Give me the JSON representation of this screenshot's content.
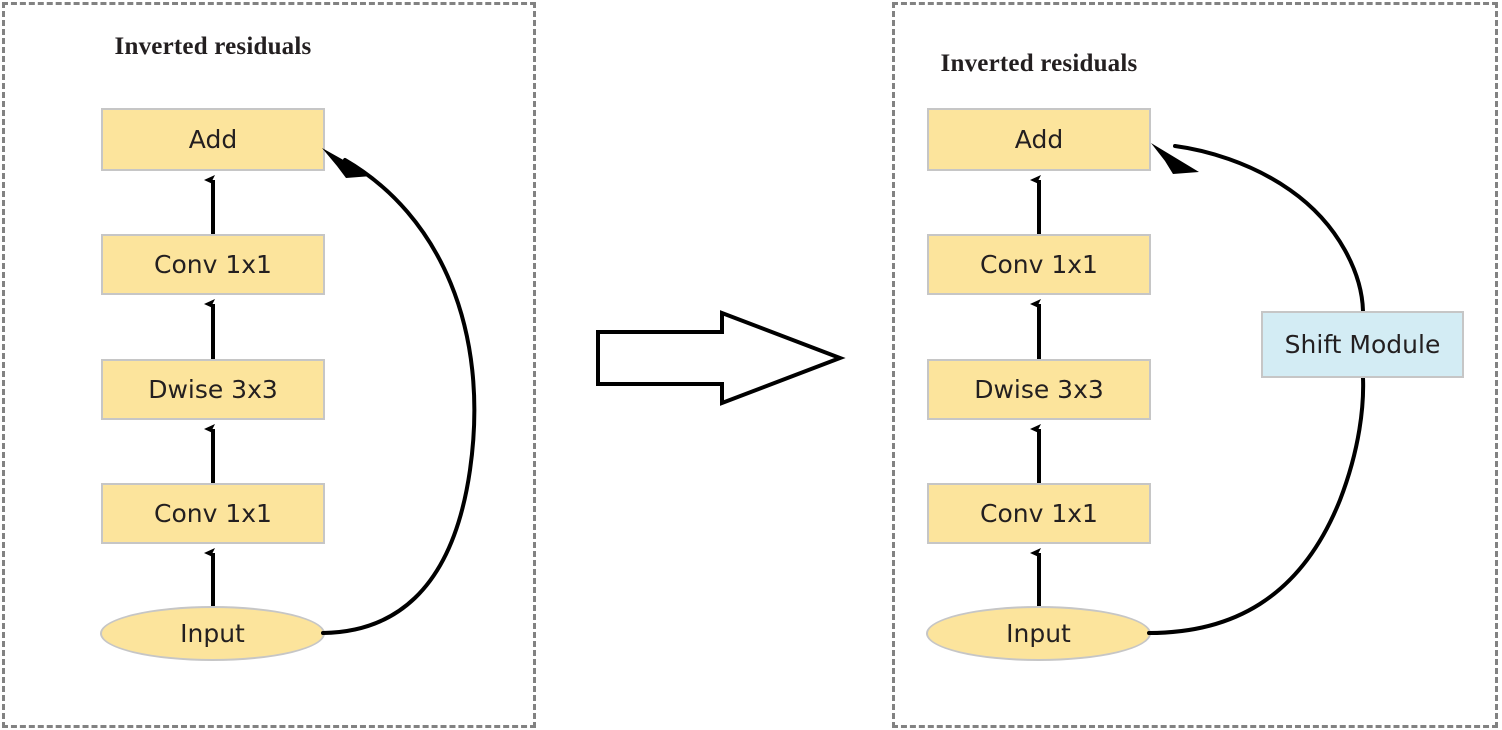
{
  "figure": {
    "caption_left": "Inverted residuals",
    "caption_right": "Inverted residuals",
    "transform_arrow": "block-right-arrow"
  },
  "colors": {
    "node_fill": "#FCE49C",
    "node_stroke": "#C6C6C6",
    "shift_fill": "#D3ECF4",
    "panel_border": "#828282",
    "edge": "#000000",
    "text": "#231F20",
    "background": "#FFFFFF"
  },
  "panels": [
    {
      "id": "left",
      "title": "Inverted residuals",
      "nodes": [
        {
          "id": "add",
          "label": "Add",
          "shape": "rect"
        },
        {
          "id": "conv2",
          "label": "Conv 1x1",
          "shape": "rect"
        },
        {
          "id": "dwise",
          "label": "Dwise 3x3",
          "shape": "rect"
        },
        {
          "id": "conv1",
          "label": "Conv 1x1",
          "shape": "rect"
        },
        {
          "id": "input",
          "label": "Input",
          "shape": "ellipse"
        }
      ],
      "edges": [
        {
          "from": "input",
          "to": "conv1",
          "style": "straight-arrow"
        },
        {
          "from": "conv1",
          "to": "dwise",
          "style": "straight-arrow"
        },
        {
          "from": "dwise",
          "to": "conv2",
          "style": "straight-arrow"
        },
        {
          "from": "conv2",
          "to": "add",
          "style": "straight-arrow"
        },
        {
          "from": "input",
          "to": "add",
          "style": "curved-skip-arrow"
        }
      ]
    },
    {
      "id": "right",
      "title": "Inverted residuals",
      "nodes": [
        {
          "id": "add",
          "label": "Add",
          "shape": "rect"
        },
        {
          "id": "conv2",
          "label": "Conv 1x1",
          "shape": "rect"
        },
        {
          "id": "dwise",
          "label": "Dwise 3x3",
          "shape": "rect"
        },
        {
          "id": "conv1",
          "label": "Conv 1x1",
          "shape": "rect"
        },
        {
          "id": "input",
          "label": "Input",
          "shape": "ellipse"
        },
        {
          "id": "shift",
          "label": "Shift Module",
          "shape": "rect"
        }
      ],
      "edges": [
        {
          "from": "input",
          "to": "conv1",
          "style": "straight-arrow"
        },
        {
          "from": "conv1",
          "to": "dwise",
          "style": "straight-arrow"
        },
        {
          "from": "dwise",
          "to": "conv2",
          "style": "straight-arrow"
        },
        {
          "from": "conv2",
          "to": "add",
          "style": "straight-arrow"
        },
        {
          "from": "input",
          "to": "shift",
          "style": "curved-line"
        },
        {
          "from": "shift",
          "to": "add",
          "style": "curved-skip-arrow"
        }
      ]
    }
  ]
}
